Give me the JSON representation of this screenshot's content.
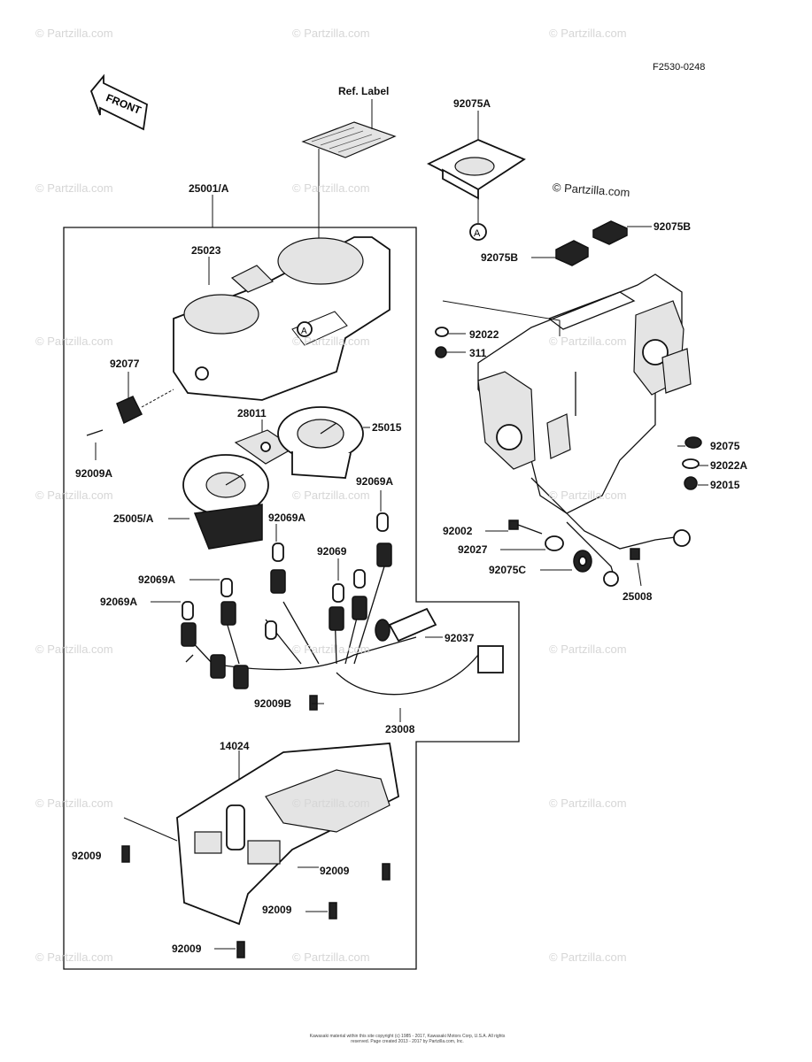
{
  "diagram": {
    "drawing_code": "F2530-0248",
    "front_marker": "FRONT",
    "ref_label": "Ref. Label",
    "circle_marker": "A",
    "watermark": "© Partzilla.com",
    "copyright_note": "Kawasaki material within this site copyright (c) 1985 - 2017, Kawasaki Motors Corp, U.S.A. All rights reserved. Page created 2013 - 2017 by Partzilla.com, Inc.",
    "parts": [
      {
        "id": "p-25001A",
        "label": "25001/A"
      },
      {
        "id": "p-25023",
        "label": "25023"
      },
      {
        "id": "p-92075A",
        "label": "92075A"
      },
      {
        "id": "p-92075B-1",
        "label": "92075B"
      },
      {
        "id": "p-92075B-2",
        "label": "92075B"
      },
      {
        "id": "p-92022",
        "label": "92022"
      },
      {
        "id": "p-311",
        "label": "311"
      },
      {
        "id": "p-92077",
        "label": "92077"
      },
      {
        "id": "p-28011",
        "label": "28011"
      },
      {
        "id": "p-25015",
        "label": "25015"
      },
      {
        "id": "p-92009A",
        "label": "92009A"
      },
      {
        "id": "p-92069A-1",
        "label": "92069A"
      },
      {
        "id": "p-25005A",
        "label": "25005/A"
      },
      {
        "id": "p-92069A-2",
        "label": "92069A"
      },
      {
        "id": "p-92069",
        "label": "92069"
      },
      {
        "id": "p-92069A-3",
        "label": "92069A"
      },
      {
        "id": "p-92069A-4",
        "label": "92069A"
      },
      {
        "id": "p-92037",
        "label": "92037"
      },
      {
        "id": "p-92009B",
        "label": "92009B"
      },
      {
        "id": "p-23008",
        "label": "23008"
      },
      {
        "id": "p-92075",
        "label": "92075"
      },
      {
        "id": "p-92022A",
        "label": "92022A"
      },
      {
        "id": "p-92015",
        "label": "92015"
      },
      {
        "id": "p-92002",
        "label": "92002"
      },
      {
        "id": "p-92027",
        "label": "92027"
      },
      {
        "id": "p-92075C",
        "label": "92075C"
      },
      {
        "id": "p-25008",
        "label": "25008"
      },
      {
        "id": "p-14024",
        "label": "14024"
      },
      {
        "id": "p-92009-1",
        "label": "92009"
      },
      {
        "id": "p-92009-2",
        "label": "92009"
      },
      {
        "id": "p-92009-3",
        "label": "92009"
      },
      {
        "id": "p-92009-4",
        "label": "92009"
      }
    ]
  }
}
